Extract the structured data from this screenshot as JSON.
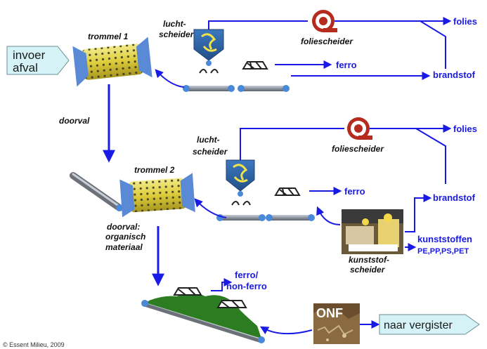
{
  "input_box": {
    "line1": "invoer",
    "line2": "afval"
  },
  "output_box": {
    "label": "naar vergister"
  },
  "labels": {
    "trommel1": "trommel 1",
    "trommel2": "trommel 2",
    "luchtscheider1_line1": "lucht-",
    "luchtscheider1_line2": "scheider",
    "luchtscheider2_line1": "lucht-",
    "luchtscheider2_line2": "scheider",
    "foliescheider1": "foliescheider",
    "foliescheider2": "foliescheider",
    "doorval": "doorval",
    "doorval_org_line1": "doorval:",
    "doorval_org_line2": "organisch",
    "doorval_org_line3": "materiaal",
    "kunststof_line1": "kunststof-",
    "kunststof_line2": "scheider"
  },
  "outputs": {
    "folies1": "folies",
    "brandstof1": "brandstof",
    "ferro1": "ferro",
    "folies2": "folies",
    "brandstof2": "brandstof",
    "ferro2": "ferro",
    "kunststoffen_line1": "kunststoffen",
    "kunststoffen_line2": "PE,PP,PS,PET",
    "ferro_nonferro_line1": "ferro/",
    "ferro_nonferro_line2": "non-ferro"
  },
  "onf_label": "ONF",
  "copyright": "© Essent Milieu, 2009",
  "colors": {
    "arrow": "#1a1ae6",
    "box_fill": "#d5f3f7",
    "drum": "#e0d240",
    "drum_end": "#5a8ad6",
    "belt": "#8e95a0",
    "shield": "#2e5f9e",
    "green": "#2c7d22"
  },
  "icons": [
    "drum-icon",
    "air-separator-icon",
    "foil-separator-icon",
    "magnet-icon",
    "conveyor-icon"
  ]
}
